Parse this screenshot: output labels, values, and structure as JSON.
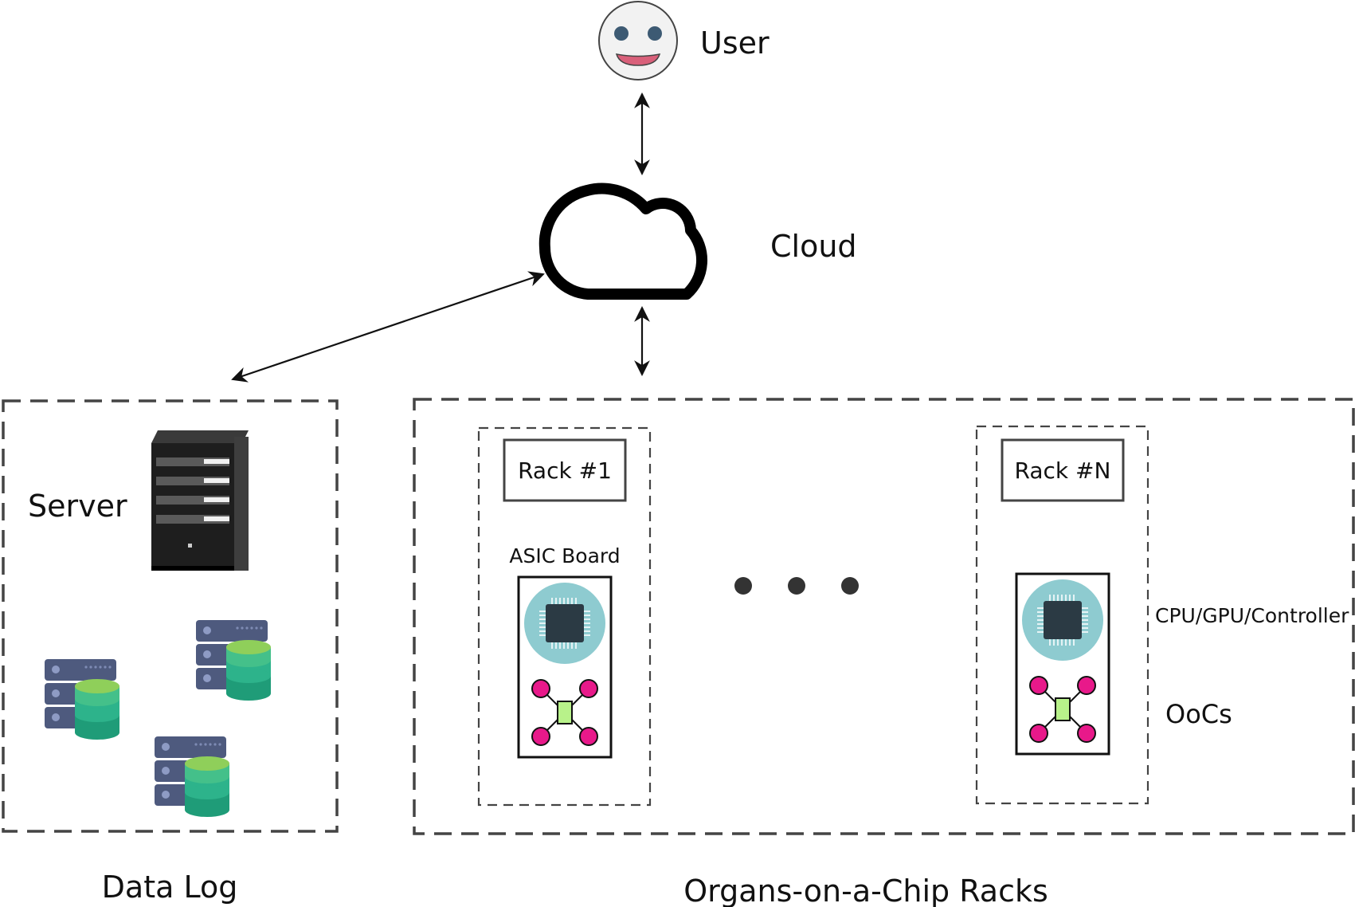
{
  "user": {
    "label": "User"
  },
  "cloud": {
    "label": "Cloud"
  },
  "data_log": {
    "caption": "Data Log",
    "server_label": "Server"
  },
  "racks": {
    "caption": "Organs-on-a-Chip Racks",
    "rack_first": {
      "title": "Rack #1",
      "board_label": "ASIC Board"
    },
    "rack_last": {
      "title": "Rack #N",
      "processor_label": "CPU/GPU/Controller",
      "ooc_label": "OoCs"
    }
  },
  "colors": {
    "line": "#111111",
    "dash": "#444444",
    "chip_bg": "#8ecbd0",
    "chip_core": "#2b3a44",
    "ooc_node": "#e8198a",
    "ooc_center": "#b8f28a",
    "db_panel": "#4e5a7e",
    "db_green_top": "#8fcf5a",
    "db_green": "#2db38b"
  }
}
